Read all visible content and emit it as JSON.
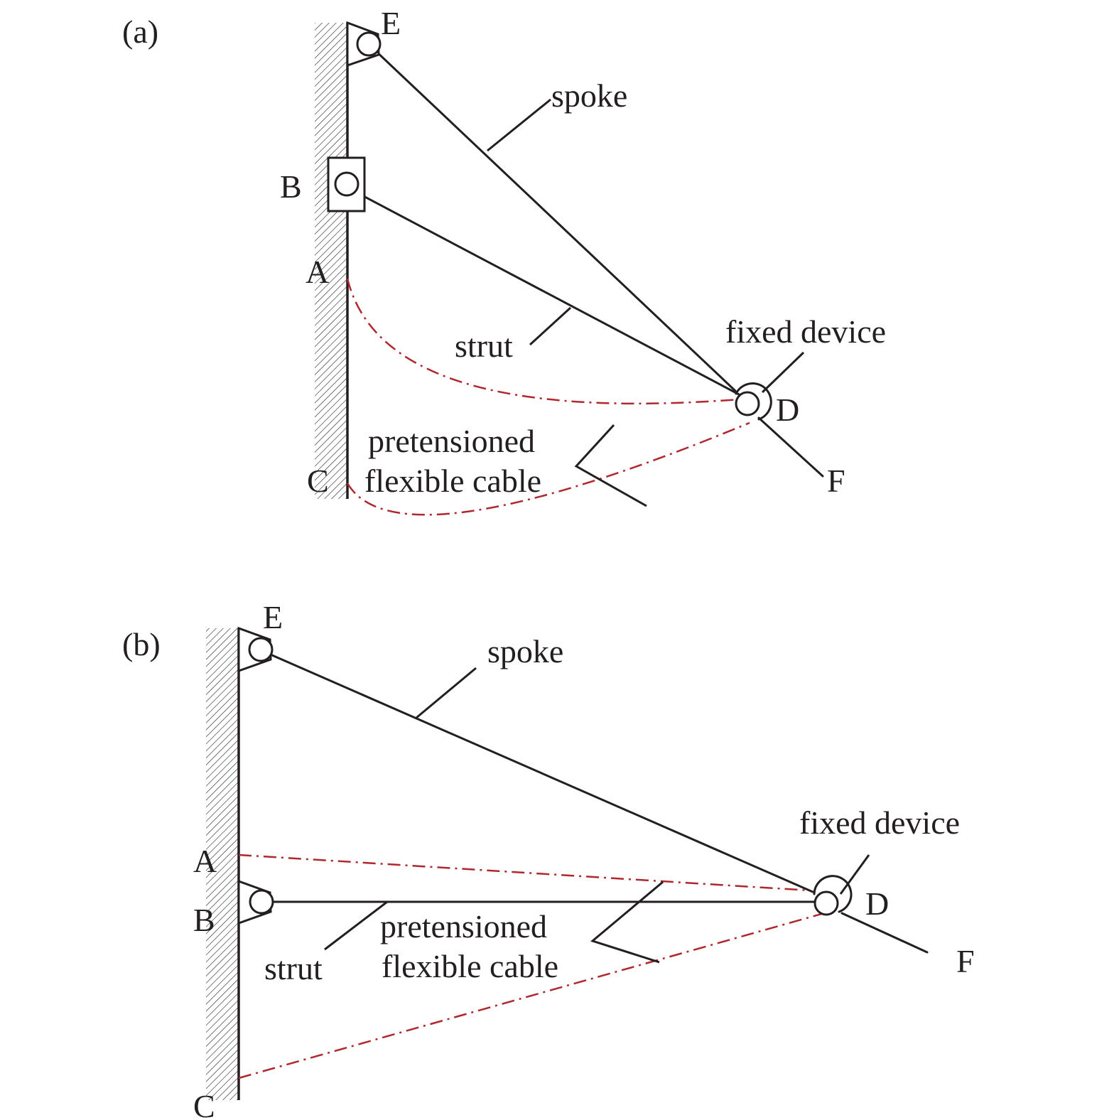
{
  "panel_a": {
    "panel_label": "(a)",
    "labels": {
      "E": "E",
      "B": "B",
      "A": "A",
      "C": "C",
      "D": "D",
      "F": "F",
      "spoke": "spoke",
      "strut": "strut",
      "fixed_device": "fixed device",
      "cable_line1": "pretensioned",
      "cable_line2": "flexible cable"
    }
  },
  "panel_b": {
    "panel_label": "(b)",
    "labels": {
      "E": "E",
      "A": "A",
      "B": "B",
      "C": "C",
      "D": "D",
      "F": "F",
      "spoke": "spoke",
      "strut": "strut",
      "fixed_device": "fixed device",
      "cable_line1": "pretensioned",
      "cable_line2": "flexible cable"
    }
  },
  "colors": {
    "ink": "#231f20",
    "cable": "#b0272d"
  }
}
